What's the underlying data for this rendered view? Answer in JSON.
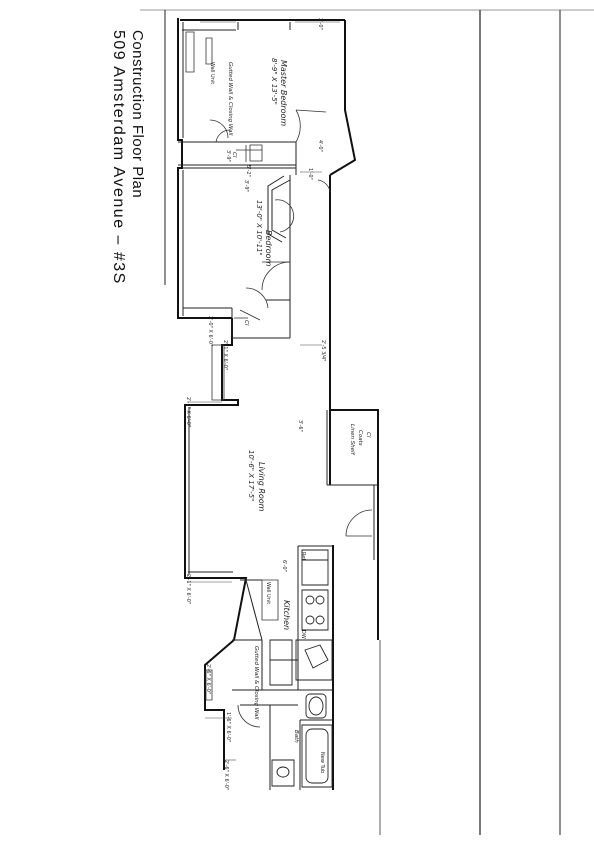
{
  "title": "Construction Floor Plan",
  "address": "509 Amsterdam Avenue – #3S",
  "rooms": {
    "master_bedroom": {
      "name": "Master Bedroom",
      "dims": "8'-9\" X 13'-5\""
    },
    "bedroom": {
      "name": "Bedroom",
      "dims": "13'-0\" X 10'-11\""
    },
    "living_room": {
      "name": "Living Room",
      "dims": "10'-6\" X 17'-5\""
    },
    "kitchen": {
      "name": "Kitchen"
    },
    "bath": {
      "name": "Bath"
    }
  },
  "closets": {
    "c1": "Cl",
    "c2": "Cl",
    "c3": "Cl",
    "coats": "Coats",
    "shelf_closet": "Linen Shelf"
  },
  "notes": {
    "wall_top": "Gutted Wall & Closing Wall",
    "wall_bottom": "Gutted Wall & Closing Wall",
    "wall_unit": "Wall Unit",
    "wall_unit2": "Wall Unit",
    "dw": "DW",
    "ref": "Ref"
  },
  "dims": {
    "d1": "3'-9\"",
    "d2": "5'-2\"",
    "d3": "3'-9\"",
    "d4": "2'-5 3/4\"",
    "d5": "2'-1\" X 6'-0\"",
    "d6": "2'-1\" X 6'-0\"",
    "d7": "2'-1\" X 6'-0\"",
    "d8": "2'-0\" X 6'-0\"",
    "d9": "2'-6\" X 6'-0\"",
    "d10": "1'-6\" X 6'-0\"",
    "d11": "2'-6\" X 6'-0\"",
    "d12": "2'-0\"",
    "d13": "4'-0\"",
    "d14": "1'-0\"",
    "d15": "3'-6\"",
    "d16": "6'-0\"",
    "d17": "New Tub"
  }
}
